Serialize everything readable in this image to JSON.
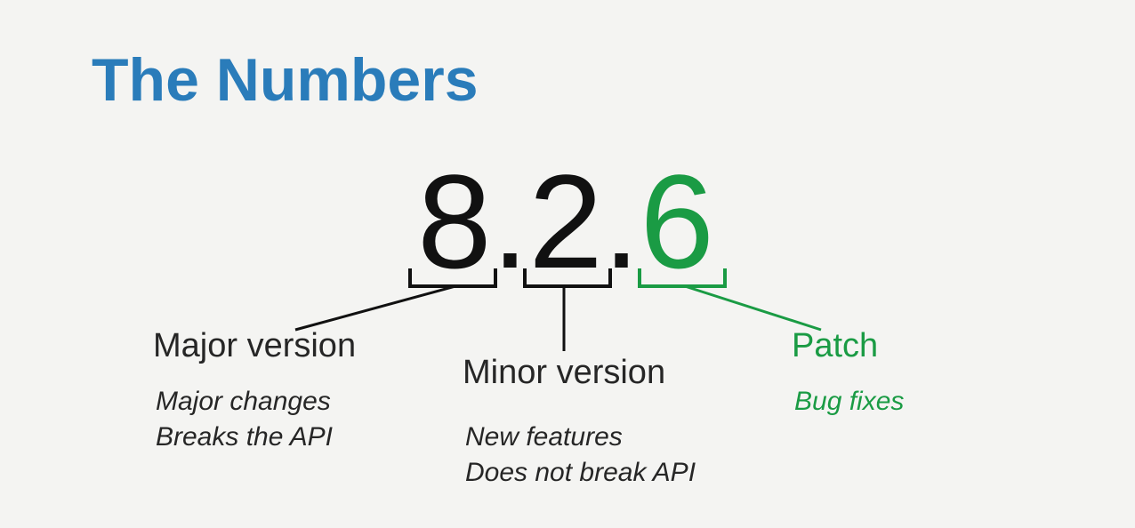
{
  "slide": {
    "title": "The Numbers",
    "version": {
      "major": "8",
      "separator1": ".",
      "minor": "2",
      "separator2": ".",
      "patch": "6"
    },
    "annotations": {
      "major": {
        "label": "Major version",
        "note_line1": "Major changes",
        "note_line2": "Breaks the API"
      },
      "minor": {
        "label": "Minor version",
        "note_line1": "New features",
        "note_line2": "Does not break API"
      },
      "patch": {
        "label": "Patch",
        "note_line1": "Bug fixes"
      }
    },
    "colors": {
      "title_blue": "#2a7cba",
      "number_black": "#111111",
      "patch_green": "#1a9b44",
      "text": "#262626",
      "background": "#f4f4f2"
    }
  }
}
